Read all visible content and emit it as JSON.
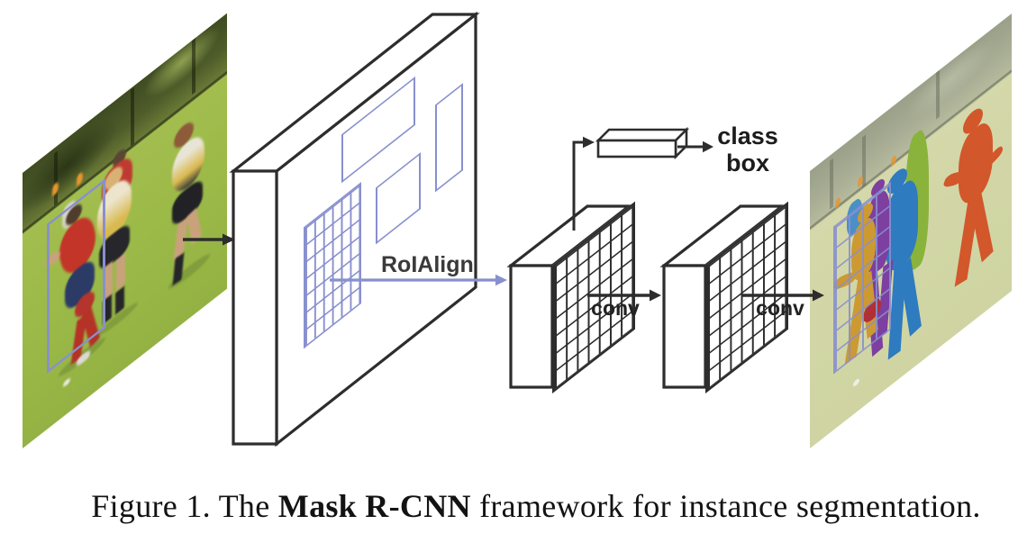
{
  "figure": {
    "labels": {
      "roialign": "RoIAlign",
      "conv1": "conv",
      "conv2": "conv",
      "class_label": "class",
      "box_label": "box"
    },
    "caption": {
      "prefix": "Figure 1. The ",
      "bold": "Mask R-CNN",
      "suffix": " framework for instance segmentation."
    },
    "colors": {
      "line_dark": "#2d2d2d",
      "roi_blue": "#8890ce",
      "mask_amber": "#cc9933",
      "mask_purple": "#7d3fa0",
      "mask_cobalt": "#2e7bbf",
      "mask_green": "#8ab33c",
      "mask_crimson": "#b03038",
      "mask_orange": "#d2572a",
      "mask_teal": "#4a8fc7",
      "grass_green": "#a3bd4f",
      "grass_faded": "#d6d9ac"
    }
  }
}
